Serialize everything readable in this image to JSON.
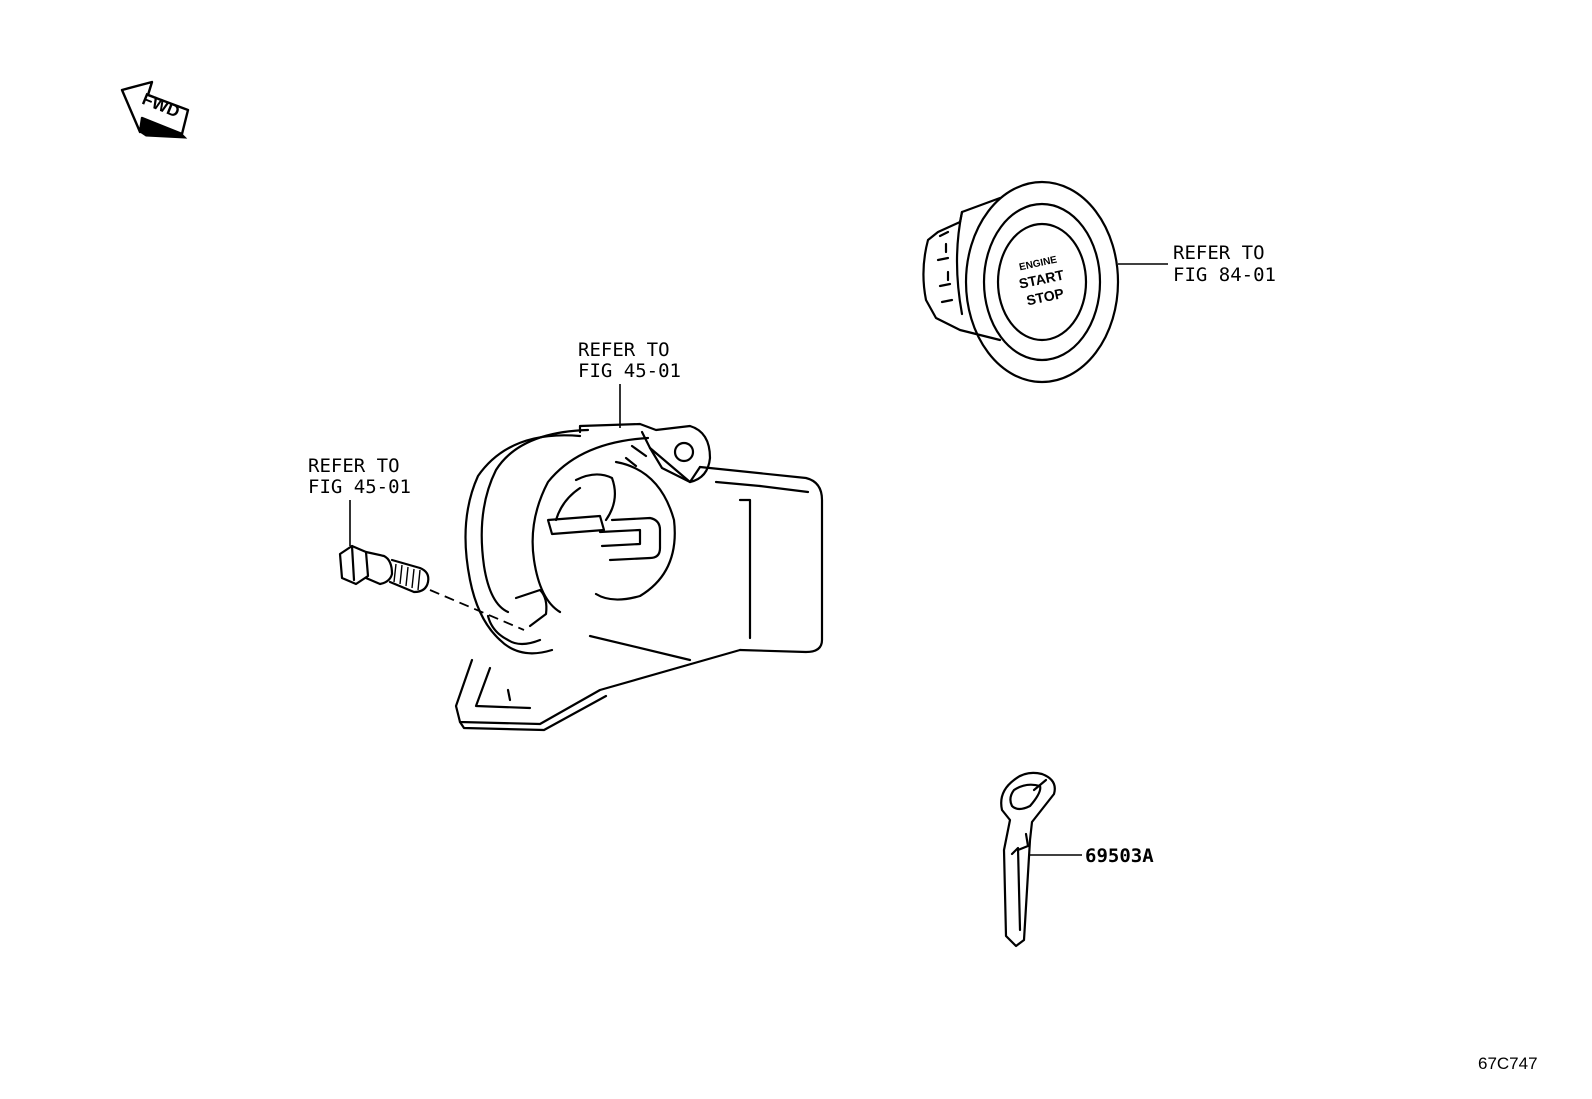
{
  "orientation": {
    "label": "FWD"
  },
  "callouts": [
    {
      "id": "steering-column-housing",
      "line1": "REFER TO",
      "line2": "FIG 45-01"
    },
    {
      "id": "bolt",
      "line1": "REFER TO",
      "line2": "FIG 45-01"
    },
    {
      "id": "engine-start-switch",
      "line1": "REFER TO",
      "line2": "FIG 84-01"
    }
  ],
  "switch_face": {
    "line1": "ENGINE",
    "line2": "START",
    "line3": "STOP"
  },
  "parts": [
    {
      "id": "key-blank",
      "part_number": "69503A"
    }
  ],
  "figure_id": "67C747"
}
